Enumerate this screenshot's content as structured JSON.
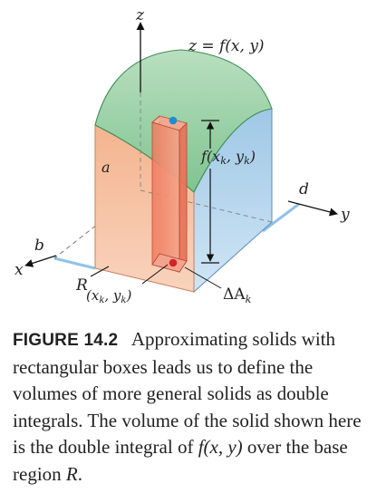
{
  "figure": {
    "labels": {
      "z_axis": "z",
      "surface": "z = f(x, y)",
      "height": "f(x",
      "height_sub_k1": "k",
      "height_mid": ", y",
      "height_sub_k2": "k",
      "height_end": ")",
      "d": "d",
      "y_axis": "y",
      "a": "a",
      "b": "b",
      "x_axis": "x",
      "region": "R",
      "point": "(x",
      "point_sub_k1": "k",
      "point_mid": ", y",
      "point_sub_k2": "k",
      "point_end": ")",
      "area": "ΔA",
      "area_sub": "k"
    }
  },
  "caption": {
    "heading": "FIGURE 14.2",
    "text_1": "Approximating solids with rectangular boxes leads us to define the volumes of more general solids as double integrals. The volume of the solid shown here is the double integral of ",
    "fxy": "f(x, y)",
    "text_2": " over the base region ",
    "region": "R",
    "text_end": "."
  }
}
